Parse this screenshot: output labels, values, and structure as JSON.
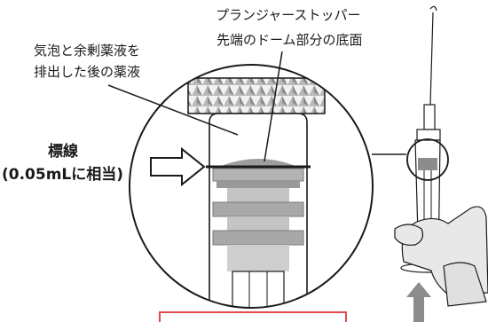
{
  "labels": {
    "stopper_line1": "プランジャーストッパー",
    "stopper_line2": "先端のドーム部分の底面",
    "liquid_line1": "気泡と余剰薬液を",
    "liquid_line2": "排出した後の薬液",
    "mark_line1": "標線",
    "mark_line2": "(0.05mLに相当)"
  },
  "colors": {
    "ink": "#1a1a1a",
    "syringe_gray": "#a9a9a9",
    "glove": "#e8e8e8",
    "push_arrow": "#8c8c8c",
    "caption_box": "#e24b4b"
  }
}
